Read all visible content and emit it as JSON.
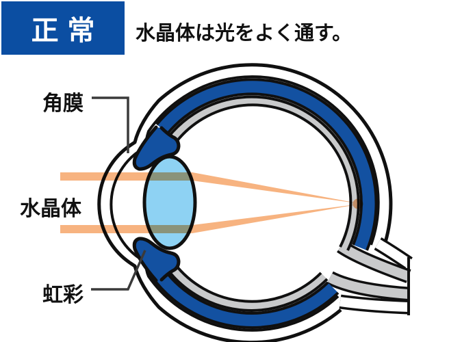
{
  "header": {
    "badge": "正常",
    "title": "水晶体は光をよく通す。"
  },
  "labels": {
    "cornea": "角膜",
    "lens": "水晶体",
    "iris": "虹彩"
  },
  "colors": {
    "header_blue": "#0B4EA2",
    "eye_blue": "#1351A1",
    "retina_gray": "#C9CACB",
    "lens_blue": "#8ED2F3",
    "ray_orange": "#F7B380",
    "outline": "#101010",
    "leader": "#3A3A3A",
    "text": "#111111",
    "white": "#ffffff"
  }
}
